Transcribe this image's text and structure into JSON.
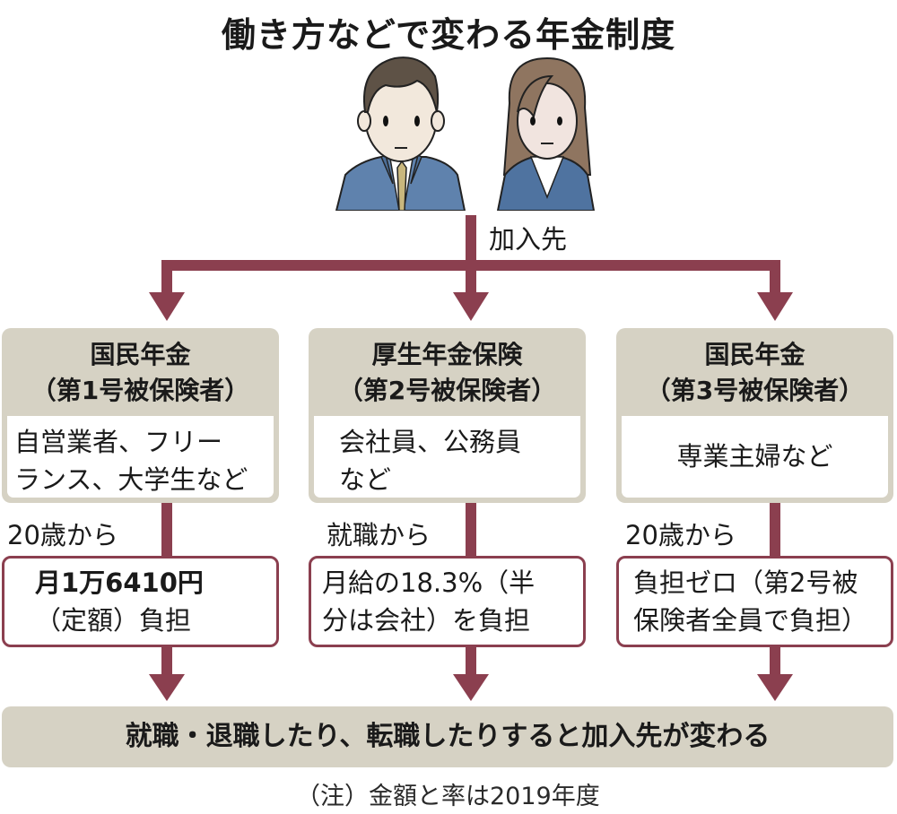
{
  "title": "働き方などで変わる年金制度",
  "illustration": {
    "figures": [
      "man-in-suit",
      "woman-in-suit"
    ]
  },
  "join_label": "加入先",
  "colors": {
    "arrow": "#8b3f4f",
    "box_fill": "#d6d2c4",
    "outline": "#8b3f4f"
  },
  "columns": [
    {
      "name": "国民年金",
      "category": "（第1号被保険者）",
      "members_lines": [
        "自営業者、フリー",
        "ランス、大学生など"
      ],
      "start": "20歳から",
      "cost_lines": [
        "月1万6410円",
        "（定額）負担"
      ]
    },
    {
      "name": "厚生年金保険",
      "category": "（第2号被保険者）",
      "members_lines": [
        "会社員、公務員",
        "など"
      ],
      "start": "就職から",
      "cost_lines": [
        "月給の18.3%（半",
        "分は会社）を負担"
      ]
    },
    {
      "name": "国民年金",
      "category": "（第3号被保険者）",
      "members_lines": [
        "専業主婦など"
      ],
      "start": "20歳から",
      "cost_lines": [
        "負担ゼロ（第2号被",
        "保険者全員で負担）"
      ]
    }
  ],
  "bottom_message": "就職・退職したり、転職したりすると加入先が変わる",
  "note": "（注）金額と率は2019年度"
}
